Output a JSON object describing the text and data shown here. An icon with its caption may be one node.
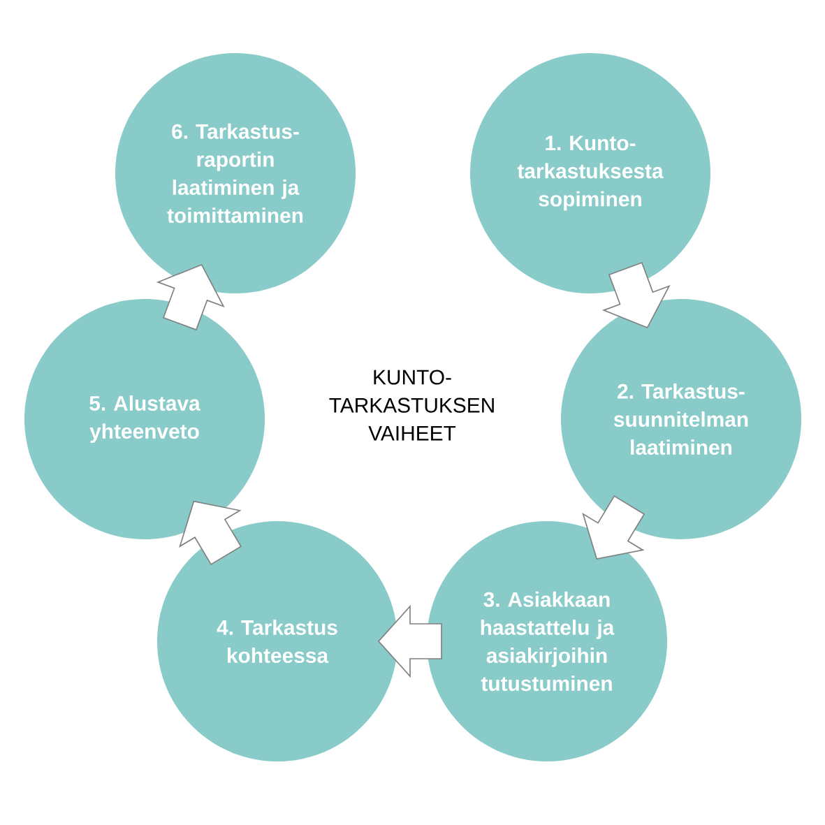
{
  "diagram": {
    "nodes": [
      {
        "text": [
          "1. Kunto- tarkastuksesta sopiminen"
        ]
      },
      {
        "text": [
          "2. Tarkastus- suunnitelman laatiminen"
        ]
      },
      {
        "text": [
          "3. Asiakkaan haastattelu ja asiakirjoihin tutustuminen"
        ]
      },
      {
        "text": [
          "4. Tarkastus kohteessa"
        ]
      },
      {
        "text": [
          "5. Alustava yhteenveto"
        ]
      },
      {
        "text": [
          "6. Tarkastus- raportin laatiminen ja toimittaminen"
        ]
      }
    ],
    "edges": [
      {
        "from": 0,
        "to": 1,
        "arrow": "to"
      },
      {
        "from": 1,
        "to": 2,
        "arrow": "to"
      },
      {
        "from": 2,
        "to": 3,
        "arrow": "to"
      },
      {
        "from": 3,
        "to": 4,
        "arrow": "to"
      },
      {
        "from": 4,
        "to": 5,
        "arrow": "to"
      }
    ],
    "labels": [
      "KUNTO- TARKASTUKSEN VAIHEET"
    ]
  }
}
